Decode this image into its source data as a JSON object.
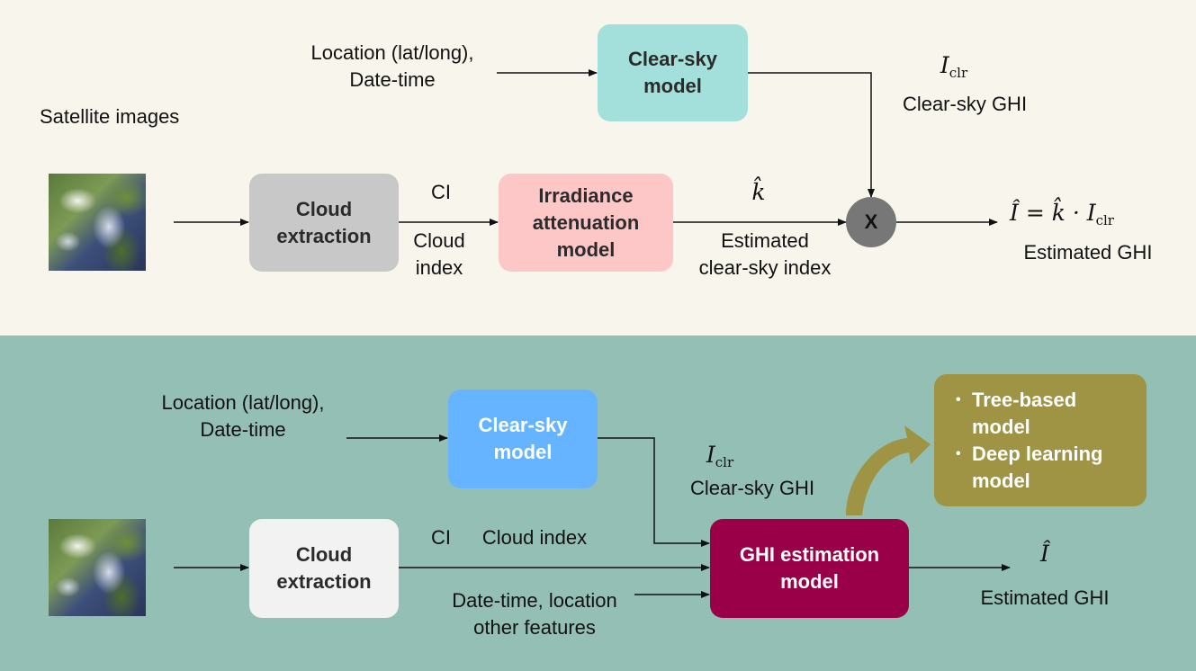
{
  "colors": {
    "top_bg": "#f8f5ec",
    "bottom_bg": "#94bfb4",
    "clear_sky_top": "#a3dfdb",
    "cloud_extraction_top": "#c8c8c8",
    "irradiance_model": "#fec7c7",
    "multiply_node": "#777777",
    "clear_sky_bottom": "#66b3ff",
    "cloud_extraction_bottom": "#f2f2f2",
    "ghi_model": "#990048",
    "ml_box": "#9e9444",
    "curved_arrow": "#9e9444"
  },
  "top": {
    "location_label": [
      "Location (lat/long),",
      "Date-time"
    ],
    "satellite_label": "Satellite images",
    "clear_sky_box": "Clear-sky model",
    "cloud_extraction_box": "Cloud extraction",
    "irradiance_box": "Irradiance attenuation model",
    "ci_label": "CI",
    "cloud_index_label": [
      "Cloud",
      "index"
    ],
    "k_hat": "k̂",
    "estimated_csi_label": [
      "Estimated",
      "clear-sky index"
    ],
    "multiply_symbol": "X",
    "i_clr_symbol": "I",
    "i_clr_subscript": "clr",
    "clear_sky_ghi_label": "Clear-sky GHI",
    "formula_lhs": "Î",
    "formula_mid": " = k̂ · I",
    "formula_sub": "clr",
    "estimated_ghi_label": "Estimated GHI"
  },
  "bottom": {
    "location_label": [
      "Location (lat/long),",
      "Date-time"
    ],
    "clear_sky_box": "Clear-sky model",
    "cloud_extraction_box": "Cloud extraction",
    "ghi_box": "GHI estimation model",
    "i_clr_symbol": "I",
    "i_clr_subscript": "clr",
    "clear_sky_ghi_label": "Clear-sky GHI",
    "ci_label": "CI",
    "cloud_index_label": "Cloud index",
    "features_label": [
      "Date-time, location",
      "other features"
    ],
    "ml_models": [
      "Tree-based model",
      "Deep learning model"
    ],
    "i_hat": "Î",
    "estimated_ghi_label": "Estimated GHI"
  }
}
